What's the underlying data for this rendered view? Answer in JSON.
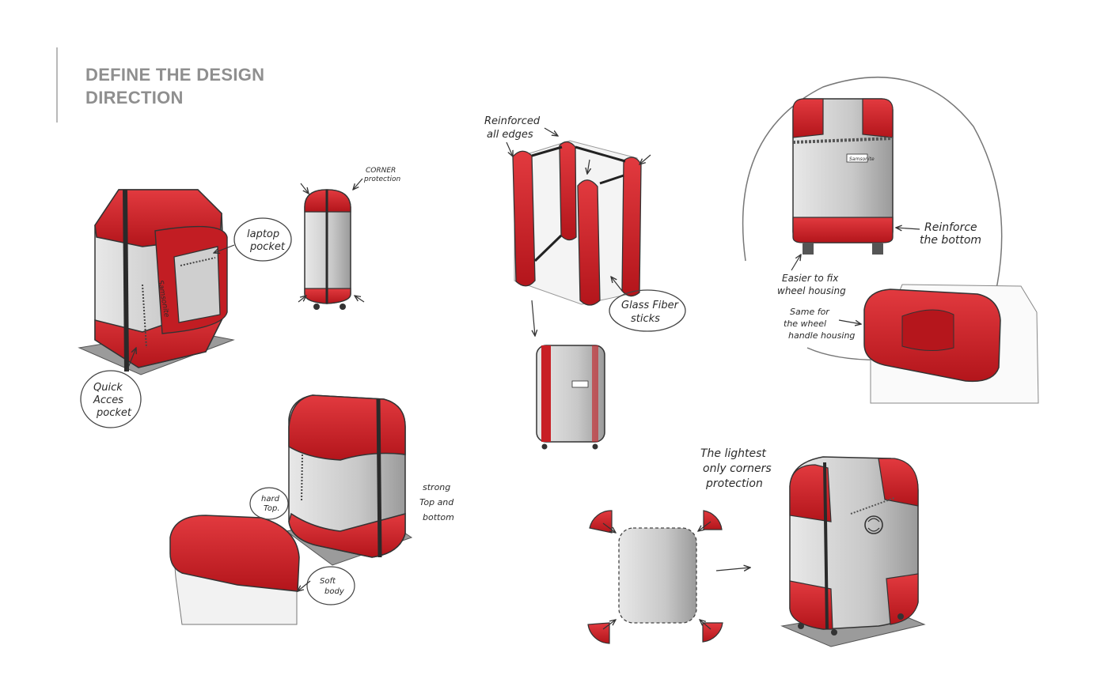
{
  "page": {
    "title_line1": "DEFINE THE DESIGN",
    "title_line2": "DIRECTION"
  },
  "annotations": {
    "laptop_pocket": [
      "laptop",
      "pocket"
    ],
    "quick_access": [
      "Quick",
      "Acces",
      "pocket"
    ],
    "corner_protection": [
      "CORNER",
      "protection"
    ],
    "reinforced_edges": [
      "Reinforced",
      "all edges"
    ],
    "glass_fiber": [
      "Glass Fiber",
      "sticks"
    ],
    "reinforce_bottom": [
      "Reinforce",
      "the bottom"
    ],
    "wheel_housing": [
      "Easier to fix",
      "wheel housing"
    ],
    "handle_housing": [
      "Same for",
      "the wheel",
      "handle housing"
    ],
    "hard_top": [
      "hard",
      "Top."
    ],
    "soft_body": [
      "Soft",
      "body"
    ],
    "strong": [
      "strong",
      "Top and",
      "bottom"
    ],
    "lightest": [
      "The lightest",
      "only corners",
      "protection"
    ],
    "brand_badge": "Samsonite"
  },
  "colors": {
    "accent": "#d21f26",
    "shell": "#c9c9c9",
    "ink": "#2a2a2a",
    "title": "#8f8f8f"
  }
}
